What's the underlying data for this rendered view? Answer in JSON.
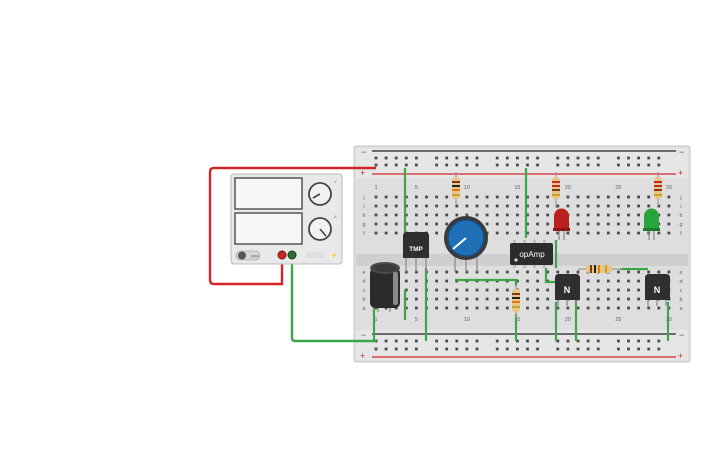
{
  "power_supply": {
    "off_label": "OFF",
    "knob_labels": [
      "V",
      "A"
    ]
  },
  "breadboard": {
    "top_numbers": [
      "1",
      "",
      "",
      "",
      "5",
      "",
      "",
      "",
      "",
      "10",
      "",
      "",
      "",
      "",
      "15",
      "",
      "",
      "",
      "",
      "20",
      "",
      "",
      "",
      "",
      "25",
      "",
      "",
      "",
      "",
      "30"
    ],
    "bottom_numbers": [
      "1",
      "",
      "",
      "",
      "5",
      "",
      "",
      "",
      "",
      "10",
      "",
      "",
      "",
      "",
      "15",
      "",
      "",
      "",
      "",
      "20",
      "",
      "",
      "",
      "",
      "25",
      "",
      "",
      "",
      "",
      "30"
    ],
    "row_letters_top": [
      "j",
      "i",
      "h",
      "g",
      "f"
    ],
    "row_letters_bottom": [
      "e",
      "d",
      "c",
      "b",
      "a"
    ],
    "rail_plus": "+",
    "rail_minus": "−"
  },
  "components": {
    "temp_sensor_label": "TMP",
    "opamp_label": "opAmp",
    "transistor_1_label": "N",
    "transistor_2_label": "N"
  },
  "colors": {
    "wire_red": "#d1252a",
    "wire_green": "#3aa848",
    "board": "#dedede",
    "led_red": "#b9201e",
    "led_green": "#29a33b",
    "pot_blue": "#1f6fb7"
  }
}
